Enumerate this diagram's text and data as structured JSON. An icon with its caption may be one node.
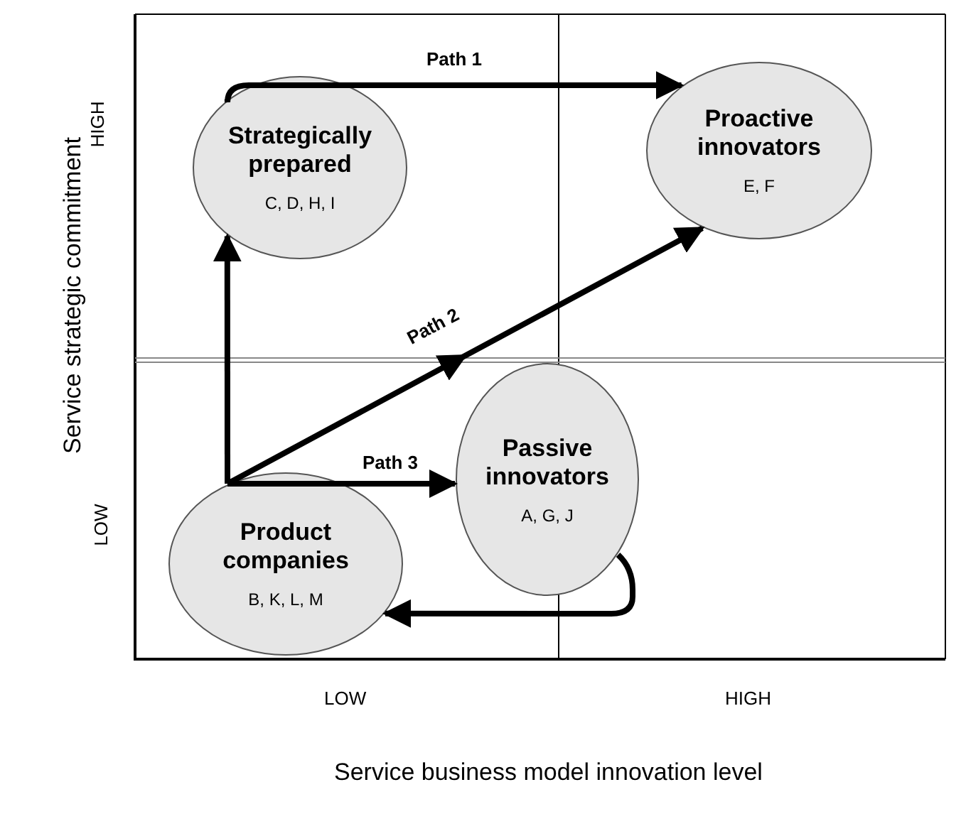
{
  "diagram": {
    "nodes": [
      {
        "text": [
          "Strategically prepared",
          "C, D, H, I"
        ]
      },
      {
        "text": [
          "Proactive innovators",
          "E, F"
        ]
      },
      {
        "text": [
          "Passive innovators",
          "A, G, J"
        ]
      },
      {
        "text": [
          "Product companies",
          "B, K, L, M"
        ]
      }
    ],
    "edges": [
      {
        "from": 3,
        "to": 0,
        "arrow": "to"
      },
      {
        "from": 0,
        "to": 1,
        "arrow": "to",
        "label": "Path 1"
      },
      {
        "from": 3,
        "to": 1,
        "arrow": "to",
        "label": "Path 2"
      },
      {
        "from": 3,
        "to": 2,
        "arrow": "to",
        "label": "Path 3"
      },
      {
        "from": 2,
        "to": 3,
        "arrow": "to"
      }
    ],
    "labels": [
      "HIGH",
      "Service strategic commitment",
      "LOW",
      "LOW",
      "HIGH",
      "Service business model innovation level"
    ]
  }
}
